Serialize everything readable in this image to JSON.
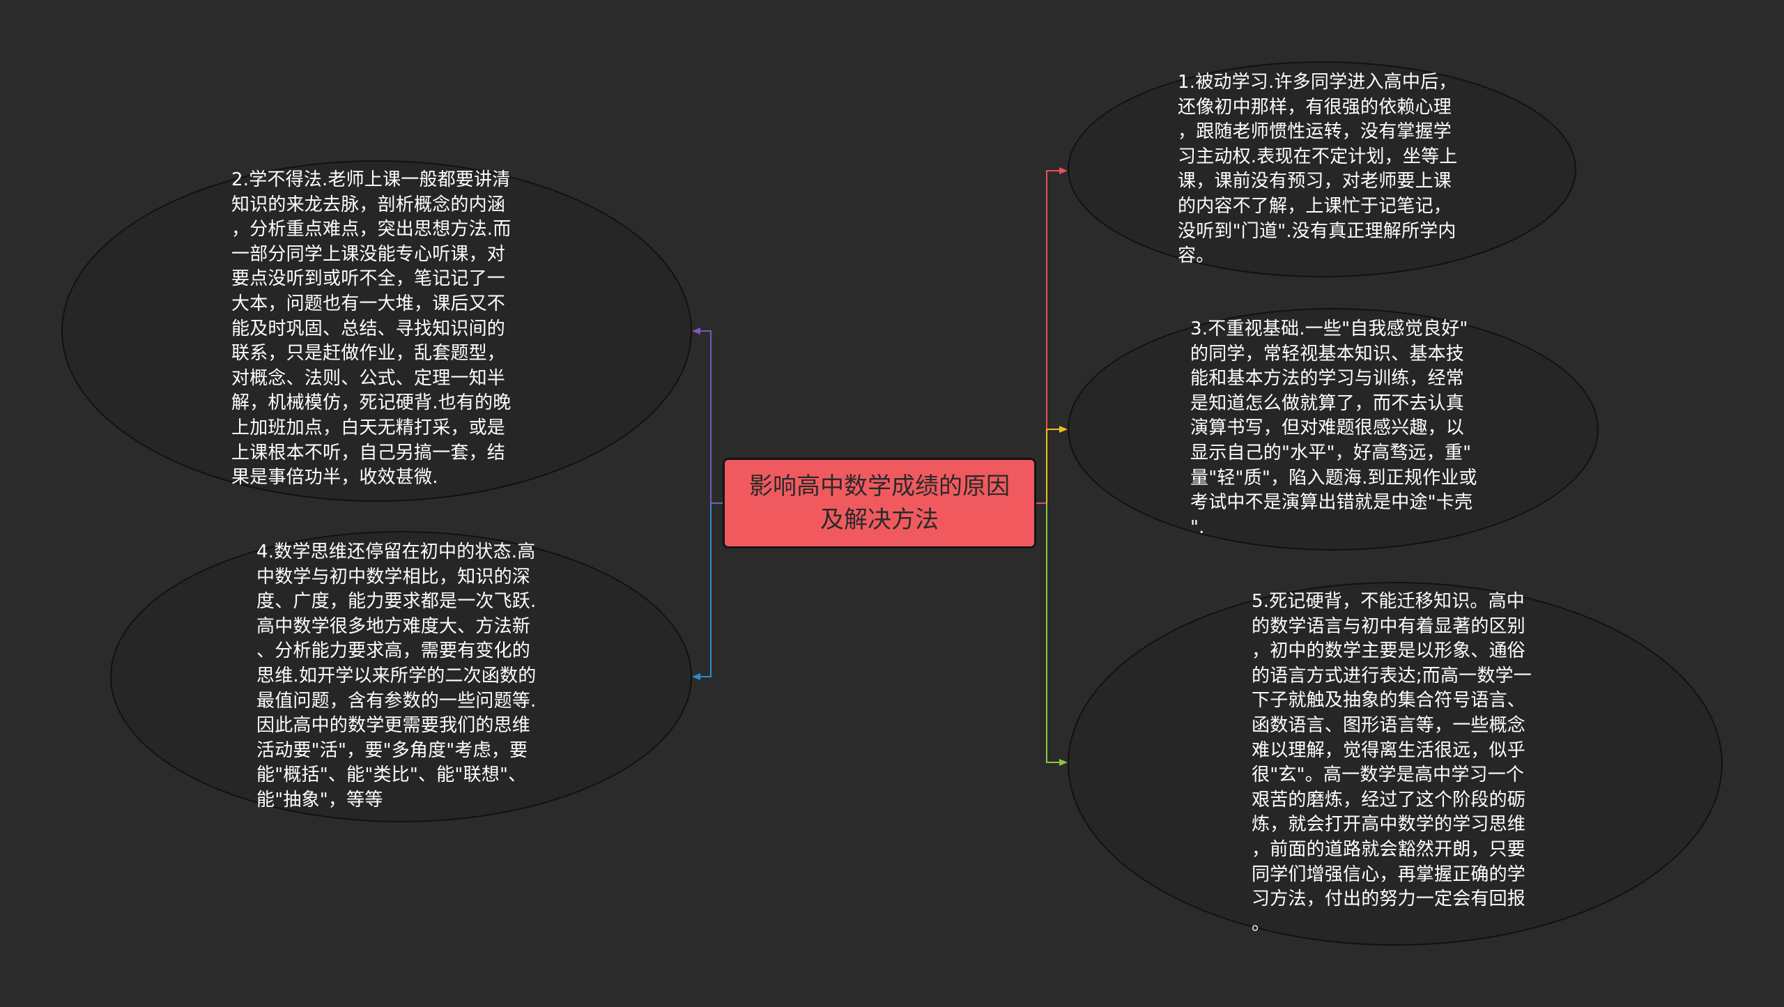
{
  "colors": {
    "background": "#2b2b2b",
    "root_fill": "#f05a5f",
    "bubble_fill": "#262626",
    "branch_red": "#e8505b",
    "branch_yellow": "#f0c020",
    "branch_green": "#8cc63e",
    "branch_purple": "#7e57c2",
    "branch_blue": "#2d8ccf"
  },
  "root": {
    "label": "影响高中数学成绩的原因\n及解决方法"
  },
  "nodes": {
    "n1": {
      "text": "1.被动学习.许多同学进入高中后，\n还像初中那样，有很强的依赖心理\n，跟随老师惯性运转，没有掌握学\n习主动权.表现在不定计划，坐等上\n课，课前没有预习，对老师要上课\n的内容不了解，上课忙于记笔记，\n没听到\"门道\".没有真正理解所学内\n容。"
    },
    "n2": {
      "text": "2.学不得法.老师上课一般都要讲清\n知识的来龙去脉，剖析概念的内涵\n，分析重点难点，突出思想方法.而\n一部分同学上课没能专心听课，对\n要点没听到或听不全，笔记记了一\n大本，问题也有一大堆，课后又不\n能及时巩固、总结、寻找知识间的\n联系，只是赶做作业，乱套题型，\n对概念、法则、公式、定理一知半\n解，机械模仿，死记硬背.也有的晚\n上加班加点，白天无精打采，或是\n上课根本不听，自己另搞一套，结\n果是事倍功半，收效甚微."
    },
    "n3": {
      "text": "3.不重视基础.一些\"自我感觉良好\"\n的同学，常轻视基本知识、基本技\n能和基本方法的学习与训练，经常\n是知道怎么做就算了，而不去认真\n演算书写，但对难题很感兴趣，以\n显示自己的\"水平\"，好高骛远，重\"\n量\"轻\"质\"，陷入题海.到正规作业或\n考试中不是演算出错就是中途\"卡壳\n\"."
    },
    "n4": {
      "text": "4.数学思维还停留在初中的状态.高\n中数学与初中数学相比，知识的深\n度、广度，能力要求都是一次飞跃.\n高中数学很多地方难度大、方法新\n、分析能力要求高，需要有变化的\n思维.如开学以来所学的二次函数的\n最值问题，含有参数的一些问题等.\n因此高中的数学更需要我们的思维\n活动要\"活\"，要\"多角度\"考虑，要\n能\"概括\"、能\"类比\"、能\"联想\"、\n能\"抽象\"，等等"
    },
    "n5": {
      "text": "5.死记硬背，不能迁移知识。高中\n的数学语言与初中有着显著的区别\n，初中的数学主要是以形象、通俗\n的语言方式进行表达;而高一数学一\n下子就触及抽象的集合符号语言、\n函数语言、图形语言等，一些概念\n难以理解，觉得离生活很远，似乎\n很\"玄\"。高一数学是高中学习一个\n艰苦的磨炼，经过了这个阶段的砺\n炼，就会打开高中数学的学习思维\n，前面的道路就会豁然开朗，只要\n同学们增强信心，再掌握正确的学\n习方法，付出的努力一定会有回报\n。"
    }
  }
}
